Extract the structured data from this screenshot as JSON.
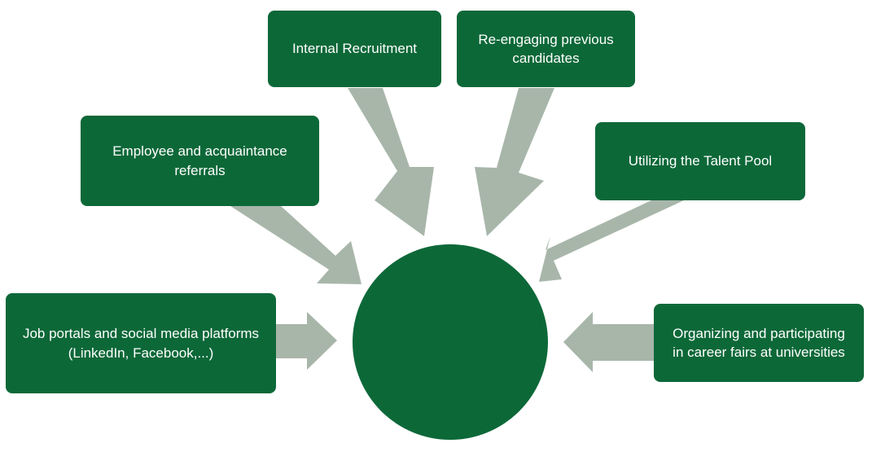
{
  "diagram": {
    "colors": {
      "box_fill": "#0d6838",
      "arrow_fill": "#a8b6aa",
      "text": "#ffffff"
    },
    "hub": {
      "label": ""
    },
    "sources": [
      {
        "id": "internal",
        "label": "Internal Recruitment"
      },
      {
        "id": "reengage",
        "label": "Re-engaging previous\ncandidates"
      },
      {
        "id": "referrals",
        "label": "Employee and acquaintance\nreferrals"
      },
      {
        "id": "talent",
        "label": "Utilizing the Talent Pool"
      },
      {
        "id": "portals",
        "label": "Job portals and social media platforms\n(LinkedIn, Facebook,...)"
      },
      {
        "id": "fairs",
        "label": "Organizing and participating\nin career fairs at universities"
      }
    ]
  }
}
